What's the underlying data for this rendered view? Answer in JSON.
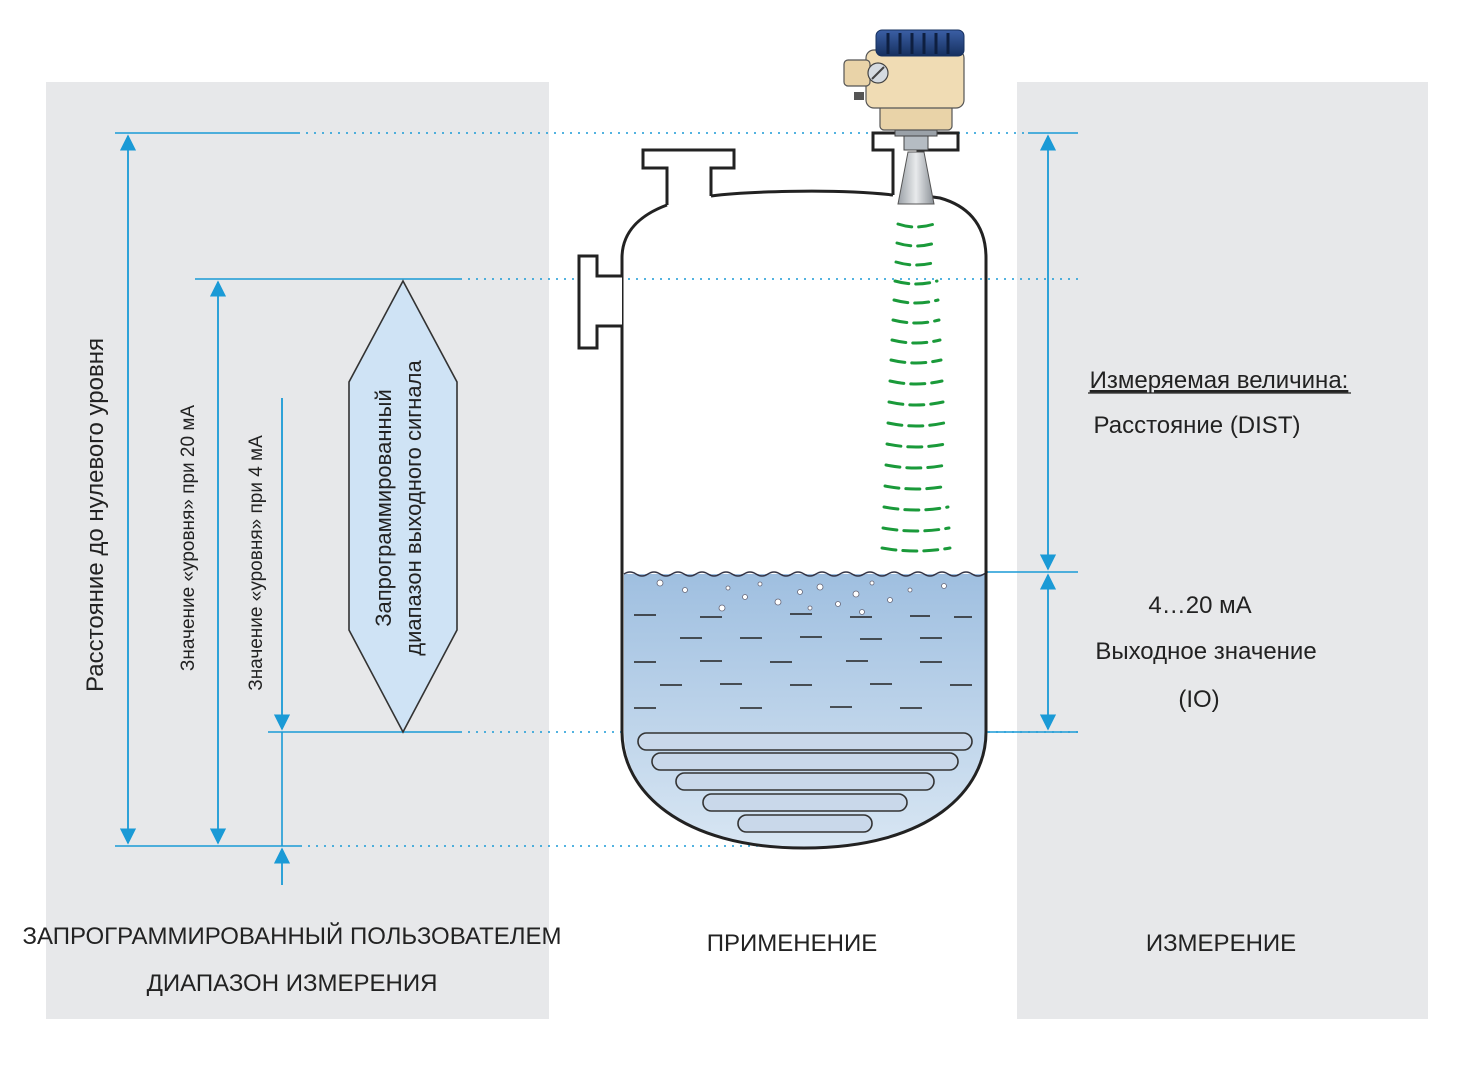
{
  "left_panel": {
    "caption_line1": "ЗАПРОГРАММИРОВАННЫЙ ПОЛЬЗОВАТЕЛЕМ",
    "caption_line2": "ДИАПАЗОН ИЗМЕРЕНИЯ",
    "distance_zero_label": "Расстояние до нулевого уровня",
    "level_20ma_label": "Значение «уровня» при 20 мА",
    "level_4ma_label": "Значение «уровня» при 4 мА",
    "range_label_line1": "Запрограммированный",
    "range_label_line2": "диапазон выходного сигнала"
  },
  "center_panel": {
    "caption": "ПРИМЕНЕНИЕ"
  },
  "right_panel": {
    "caption": "ИЗМЕРЕНИЕ",
    "measured_title": "Измеряемая величина:",
    "measured_value": "Расстояние (DIST)",
    "output_range": "4…20 мА",
    "output_label": "Выходное значение",
    "output_code": "(IO)"
  },
  "colors": {
    "panel_bg": "#e7e8ea",
    "dimension_line": "#1a9ad6",
    "liquid": "#b3cce6",
    "signal_wave": "#1a9a3a",
    "range_shape_fill": "#cfe3f5",
    "sensor_cap": "#1f3f7a",
    "sensor_body": "#f0dcb4"
  }
}
